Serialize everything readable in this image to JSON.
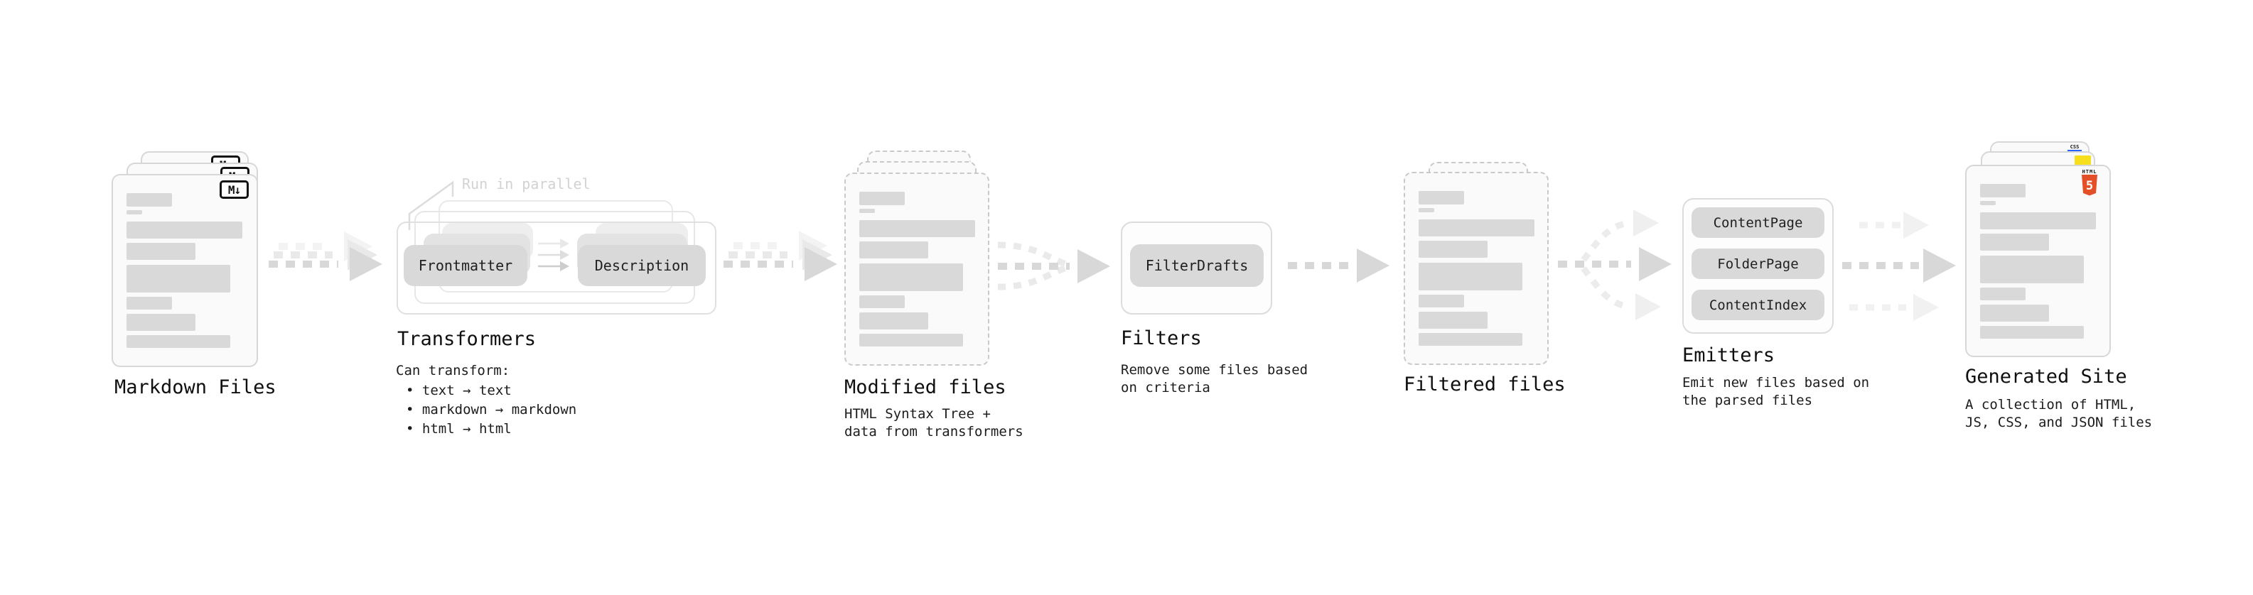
{
  "diagram": {
    "markdown_files": {
      "label": "Markdown Files",
      "badge": "M↓"
    },
    "transformers": {
      "annotation": "Run in parallel",
      "pill_left": "Frontmatter",
      "pill_right": "Description",
      "title": "Transformers",
      "subtitle": "Can transform:",
      "bullets": [
        "• text → text",
        "• markdown → markdown",
        "• html → html"
      ]
    },
    "modified_files": {
      "label": "Modified files",
      "description": "HTML Syntax Tree +\ndata from transformers"
    },
    "filters": {
      "pill": "FilterDrafts",
      "title": "Filters",
      "description": "Remove some files based\non criteria"
    },
    "filtered_files": {
      "label": "Filtered files"
    },
    "emitters": {
      "pills": [
        "ContentPage",
        "FolderPage",
        "ContentIndex"
      ],
      "title": "Emitters",
      "description": "Emit new files based on\nthe parsed files"
    },
    "generated_site": {
      "label": "Generated Site",
      "description": "A collection of HTML,\nJS, CSS, and JSON files",
      "badges": {
        "css": "CSS",
        "html": "HTML",
        "html_number": "5"
      }
    },
    "colors": {
      "html5_orange": "#e34f26",
      "js_yellow": "#f7df1e",
      "css_blue": "#2962ff",
      "skeleton_gray": "#d9d9d9",
      "pill_gray": "#d9d9d9",
      "arrow_gray": "#d8d8d8"
    }
  }
}
